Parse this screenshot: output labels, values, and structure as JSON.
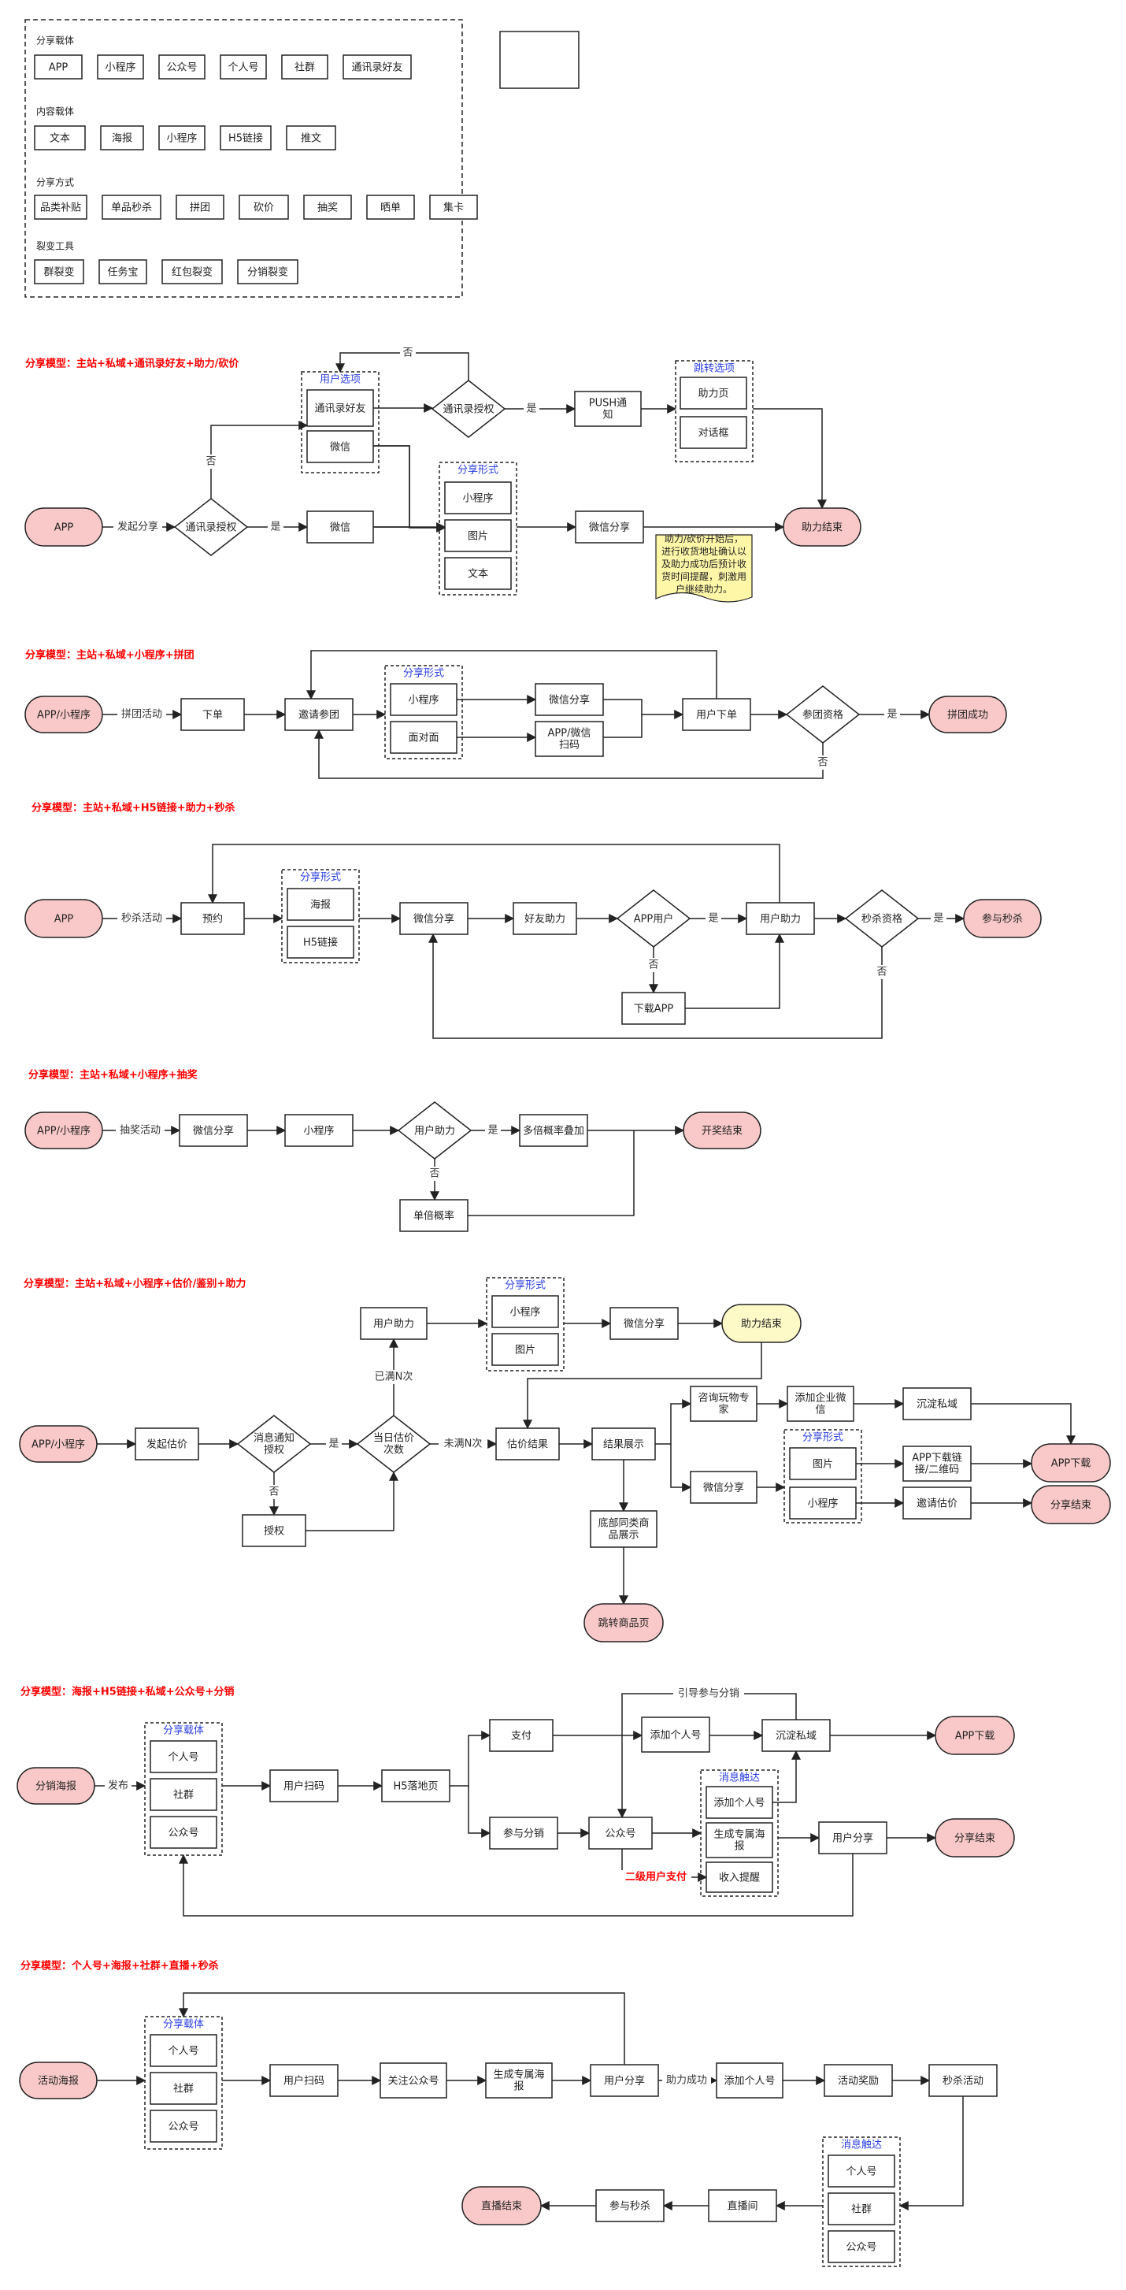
{
  "legend": {
    "sections": [
      {
        "title": "分享载体",
        "items": [
          "APP",
          "小程序",
          "公众号",
          "个人号",
          "社群",
          "通讯录好友"
        ]
      },
      {
        "title": "内容载体",
        "items": [
          "文本",
          "海报",
          "小程序",
          "H5链接",
          "推文"
        ]
      },
      {
        "title": "分享方式",
        "items": [
          "品类补贴",
          "单品秒杀",
          "拼团",
          "砍价",
          "抽奖",
          "晒单",
          "集卡"
        ]
      },
      {
        "title": "裂变工具",
        "items": [
          "群裂变",
          "任务宝",
          "红包裂变",
          "分销裂变"
        ]
      }
    ]
  },
  "edge_labels": {
    "yes": "是",
    "no": "否"
  },
  "d1": {
    "title": "分享模型：主站+私域+通讯录好友+助力/砍价",
    "app": "APP",
    "start_edge": "发起分享",
    "auth": "通讯录授权",
    "wechat": "微信",
    "user_options_title": "用户选项",
    "contacts": "通讯录好友",
    "wechat2": "微信",
    "auth2": "通讯录授权",
    "push": "PUSH通知",
    "jump_title": "跳转选项",
    "help_page": "助力页",
    "dialog": "对话框",
    "share_form_title": "分享形式",
    "forms": [
      "小程序",
      "图片",
      "文本"
    ],
    "wechat_share": "微信分享",
    "end": "助力结束",
    "note": "助力/砍价开始后，进行收货地址确认以及助力成功后预计收货时间提醒，刺激用户继续助力。"
  },
  "d2": {
    "title": "分享模型：主站+私域+小程序+拼团",
    "start": "APP/小程序",
    "start_edge": "拼团活动",
    "order": "下单",
    "invite": "邀请参团",
    "share_form_title": "分享形式",
    "forms": [
      "小程序",
      "面对面"
    ],
    "wechat_share": "微信分享",
    "scan": "APP/微信扫码",
    "user_order": "用户下单",
    "qualify": "参团资格",
    "end": "拼团成功"
  },
  "d3": {
    "title": "分享模型：主站+私域+H5链接+助力+秒杀",
    "start": "APP",
    "start_edge": "秒杀活动",
    "reserve": "预约",
    "share_form_title": "分享形式",
    "forms": [
      "海报",
      "H5链接"
    ],
    "wechat_share": "微信分享",
    "friend_help": "好友助力",
    "app_user": "APP用户",
    "user_help": "用户助力",
    "qualify": "秒杀资格",
    "end": "参与秒杀",
    "download": "下载APP"
  },
  "d4": {
    "title": "分享模型：主站+私域+小程序+抽奖",
    "start": "APP/小程序",
    "start_edge": "抽奖活动",
    "wechat_share": "微信分享",
    "mini": "小程序",
    "user_help": "用户助力",
    "multi": "多倍概率叠加",
    "single": "单倍概率",
    "end": "开奖结束"
  },
  "d5": {
    "title": "分享模型：主站+私域+小程序+估价/鉴别+助力",
    "start": "APP/小程序",
    "estimate": "发起估价",
    "notify": "消息通知授权",
    "authorize": "授权",
    "daily": "当日估价次数",
    "full_label": "已满N次",
    "notfull_label": "未满N次",
    "user_help": "用户助力",
    "share_form_title": "分享形式",
    "forms": [
      "小程序",
      "图片"
    ],
    "wechat_share": "微信分享",
    "help_end": "助力结束",
    "result": "估价结果",
    "display": "结果展示",
    "consult": "咨询玩物专家",
    "add_wecom": "添加企业微信",
    "private": "沉淀私域",
    "wechat_share2": "微信分享",
    "share_form_title2": "分享形式",
    "forms2": [
      "图片",
      "小程序"
    ],
    "app_link": "APP下载链接/二维码",
    "invite_est": "邀请估价",
    "app_download": "APP下载",
    "share_end": "分享结束",
    "similar": "底部同类商品展示",
    "jump": "跳转商品页"
  },
  "d6": {
    "title": "分享模型：海报+H5链接+私域+公众号+分销",
    "start": "分销海报",
    "start_edge": "发布",
    "carrier_title": "分享载体",
    "carriers": [
      "个人号",
      "社群",
      "公众号"
    ],
    "scan": "用户扫码",
    "h5": "H5落地页",
    "pay": "支付",
    "add_personal": "添加个人号",
    "private": "沉淀私域",
    "app_download": "APP下载",
    "guide": "引导参与分销",
    "join": "参与分销",
    "oa": "公众号",
    "trigger_title": "消息触达",
    "triggers": [
      "添加个人号",
      "生成专属海报",
      "收入提醒"
    ],
    "secondary": "二级用户支付",
    "user_share": "用户分享",
    "end": "分享结束"
  },
  "d7": {
    "title": "分享模型：个人号+海报+社群+直播+秒杀",
    "start": "活动海报",
    "carrier_title": "分享载体",
    "carriers": [
      "个人号",
      "社群",
      "公众号"
    ],
    "scan": "用户扫码",
    "follow": "关注公众号",
    "poster": "生成专属海报",
    "user_share": "用户分享",
    "help_ok": "助力成功",
    "add_personal": "添加个人号",
    "reward": "活动奖励",
    "seckill": "秒杀活动",
    "trigger_title": "消息触达",
    "triggers": [
      "个人号",
      "社群",
      "公众号"
    ],
    "live": "直播间",
    "join_seckill": "参与秒杀",
    "end": "直播结束"
  }
}
